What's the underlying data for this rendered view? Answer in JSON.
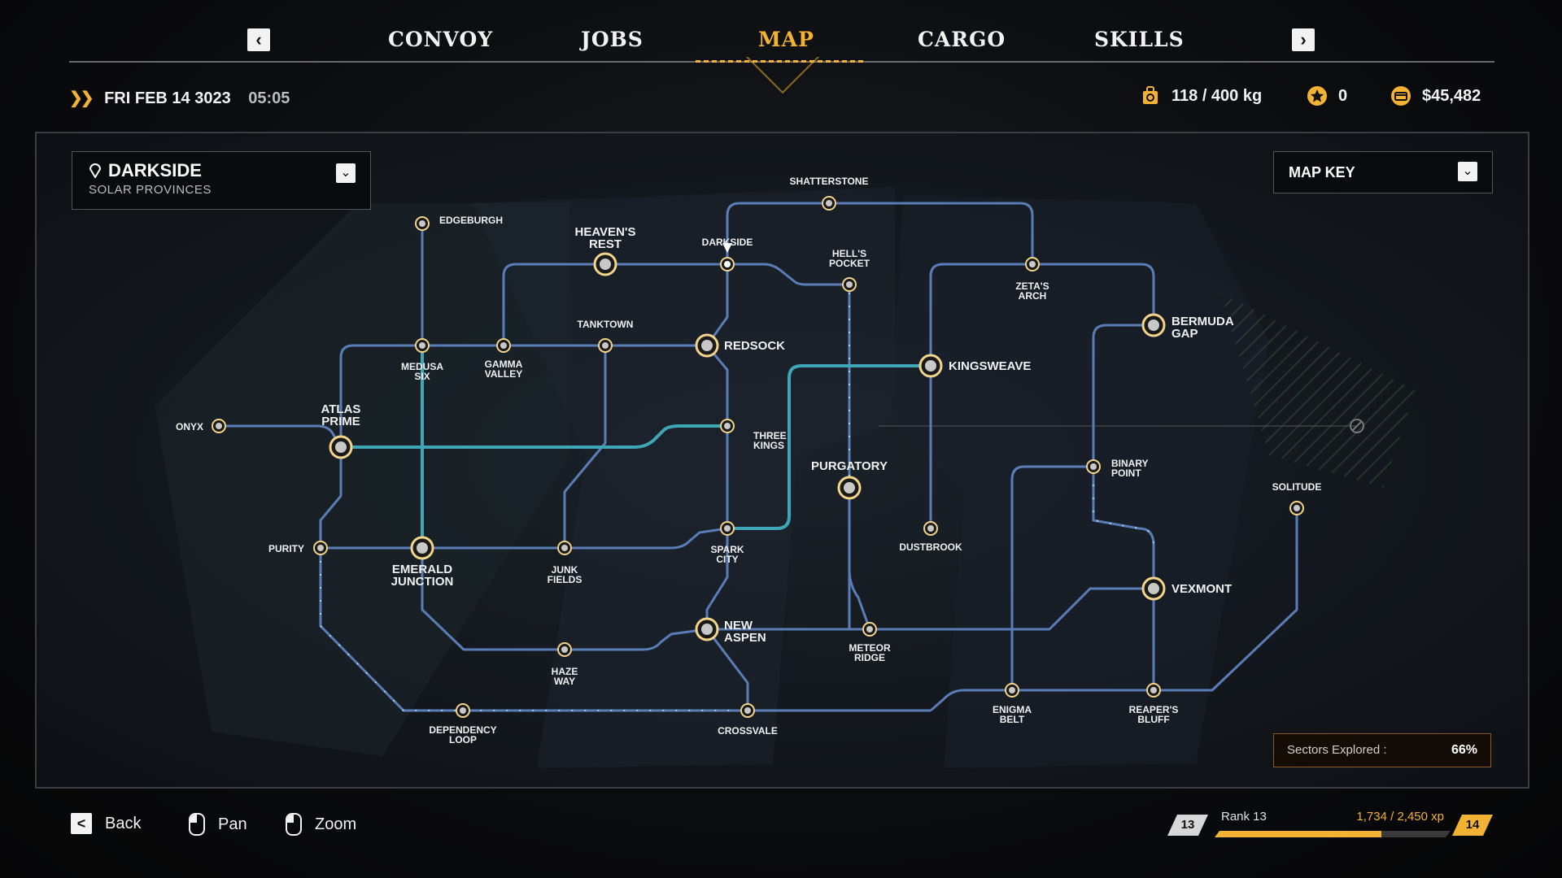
{
  "nav": {
    "tabs": [
      {
        "label": "CONVOY",
        "active": false
      },
      {
        "label": "JOBS",
        "active": false
      },
      {
        "label": "MAP",
        "active": true
      },
      {
        "label": "CARGO",
        "active": false
      },
      {
        "label": "SKILLS",
        "active": false
      }
    ],
    "prev_icon": "chevron-left-icon",
    "next_icon": "chevron-right-icon"
  },
  "status": {
    "date": "FRI FEB 14 3023",
    "time": "05:05",
    "cargo_weight": "118 / 400 kg",
    "stars": "0",
    "money": "$45,482"
  },
  "region": {
    "name": "DARKSIDE",
    "subtitle": "SOLAR PROVINCES"
  },
  "map_key": {
    "label": "MAP KEY"
  },
  "sectors": {
    "label": "Sectors Explored :",
    "value": "66%"
  },
  "map": {
    "nodes": [
      {
        "id": "edgeburgh",
        "label": "EDGEBURGH",
        "major": false
      },
      {
        "id": "heavens-rest",
        "label": "HEAVEN'S REST",
        "major": true
      },
      {
        "id": "darkside",
        "label": "DARKSIDE",
        "major": false,
        "current": true
      },
      {
        "id": "shatterstone",
        "label": "SHATTERSTONE",
        "major": false
      },
      {
        "id": "hells-pocket",
        "label": "HELL'S POCKET",
        "major": false
      },
      {
        "id": "zetas-arch",
        "label": "ZETA'S ARCH",
        "major": false
      },
      {
        "id": "bermuda-gap",
        "label": "BERMUDA GAP",
        "major": true
      },
      {
        "id": "medusa-six",
        "label": "MEDUSA SIX",
        "major": false
      },
      {
        "id": "gamma-valley",
        "label": "GAMMA VALLEY",
        "major": false
      },
      {
        "id": "tanktown",
        "label": "TANKTOWN",
        "major": false
      },
      {
        "id": "redsock",
        "label": "REDSOCK",
        "major": true
      },
      {
        "id": "kingsweave",
        "label": "KINGSWEAVE",
        "major": true
      },
      {
        "id": "onyx",
        "label": "ONYX",
        "major": false
      },
      {
        "id": "atlas-prime",
        "label": "ATLAS PRIME",
        "major": true
      },
      {
        "id": "three-kings",
        "label": "THREE KINGS",
        "major": false
      },
      {
        "id": "purgatory",
        "label": "PURGATORY",
        "major": true
      },
      {
        "id": "binary-point",
        "label": "BINARY POINT",
        "major": false
      },
      {
        "id": "solitude",
        "label": "SOLITUDE",
        "major": false
      },
      {
        "id": "purity",
        "label": "PURITY",
        "major": false
      },
      {
        "id": "emerald-junction",
        "label": "EMERALD JUNCTION",
        "major": true
      },
      {
        "id": "junk-fields",
        "label": "JUNK FIELDS",
        "major": false
      },
      {
        "id": "spark-city",
        "label": "SPARK CITY",
        "major": false
      },
      {
        "id": "dustbrook",
        "label": "DUSTBROOK",
        "major": false
      },
      {
        "id": "vexmont",
        "label": "VEXMONT",
        "major": true
      },
      {
        "id": "new-aspen",
        "label": "NEW ASPEN",
        "major": true
      },
      {
        "id": "meteor-ridge",
        "label": "METEOR RIDGE",
        "major": false
      },
      {
        "id": "haze-way",
        "label": "HAZE WAY",
        "major": false
      },
      {
        "id": "dependency-loop",
        "label": "DEPENDENCY LOOP",
        "major": false
      },
      {
        "id": "crossvale",
        "label": "CROSSVALE",
        "major": false
      },
      {
        "id": "enigma-belt",
        "label": "ENIGMA BELT",
        "major": false
      },
      {
        "id": "reapers-bluff",
        "label": "REAPER'S BLUFF",
        "major": false
      }
    ]
  },
  "controls": [
    {
      "label": "Back",
      "icon": "back-key-icon",
      "key": "<"
    },
    {
      "label": "Pan",
      "icon": "mouse-left-icon"
    },
    {
      "label": "Zoom",
      "icon": "mouse-scroll-icon"
    }
  ],
  "rank": {
    "current": "13",
    "next": "14",
    "label": "Rank 13",
    "xp": "1,734 / 2,450 xp",
    "progress": 0.708
  },
  "colors": {
    "accent": "#f2b233",
    "route": "#5a7db8",
    "route_active": "#3fa6b8"
  }
}
